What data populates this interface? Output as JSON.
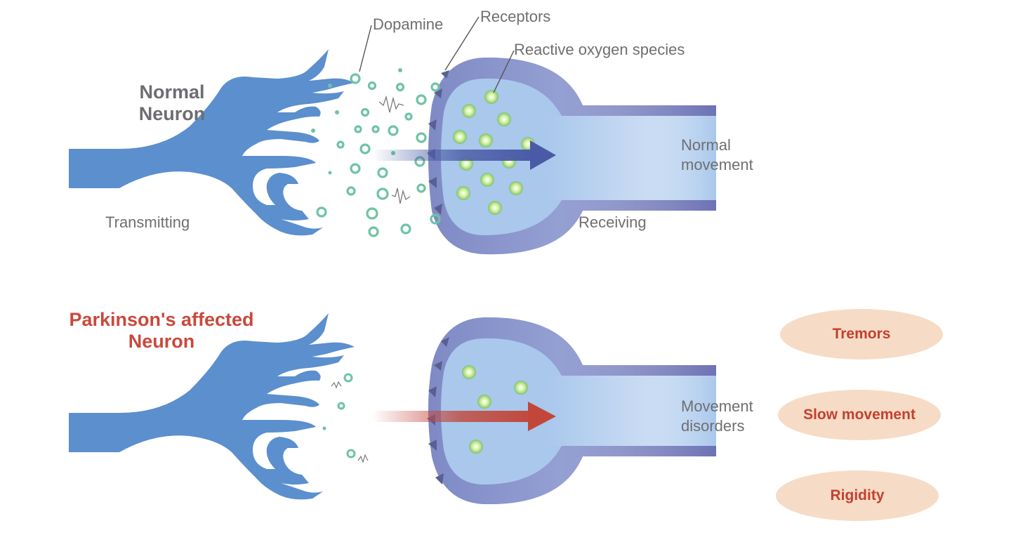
{
  "normal_panel": {
    "title_line1": "Normal",
    "title_line2": "Neuron",
    "transmitting_label": "Transmitting",
    "receiving_label": "Receiving",
    "dopamine_label": "Dopamine",
    "receptors_label": "Receptors",
    "ros_label": "Reactive oxygen species",
    "outcome_line1": "Normal",
    "outcome_line2": "movement"
  },
  "pd_panel": {
    "title_line1": "Parkinson's affected",
    "title_line2": "Neuron",
    "outcome_line1": "Movement",
    "outcome_line2": "disorders"
  },
  "symptoms": [
    "Tremors",
    "Slow movement",
    "Rigidity"
  ],
  "colors": {
    "neuron_blue": "#5b8fce",
    "receiving_outer": "#6c72b4",
    "receiving_inner": "#a9c8ec",
    "dopamine_green": "#6fc3a3",
    "normal_arrow": "#4a5aa6",
    "pd_arrow": "#c2473a",
    "pd_title": "#c9493b",
    "symptom_bg": "#f6dcc6",
    "symptom_text": "#c4402f"
  }
}
